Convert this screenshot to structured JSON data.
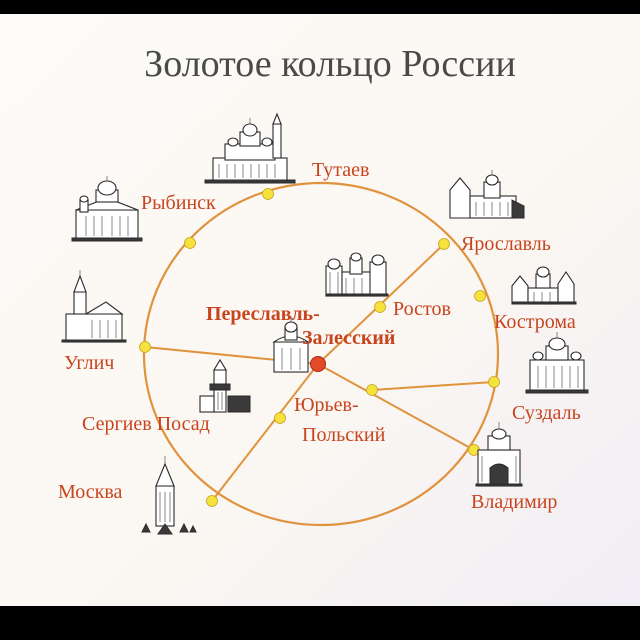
{
  "title": "Золотое кольцо России",
  "colors": {
    "background": "#fbf8f4",
    "route": "#e0933c",
    "node": "#f5e23a",
    "center_node": "#e34a2a",
    "label": "#c8441e",
    "title": "#4a4a4a"
  },
  "map": {
    "center": {
      "name_line1": "Переславль-",
      "name_line2": "Залесский",
      "icon": "church-icon"
    },
    "cities": [
      {
        "id": "tutaev",
        "name": "Тутаев",
        "icon": "cathedral-icon"
      },
      {
        "id": "rybinsk",
        "name": "Рыбинск",
        "icon": "cathedral-icon"
      },
      {
        "id": "yaroslavl",
        "name": "Ярославль",
        "icon": "kremlin-icon"
      },
      {
        "id": "rostov",
        "name": "Ростов",
        "icon": "kremlin-icon"
      },
      {
        "id": "kostroma",
        "name": "Кострома",
        "icon": "monastery-icon"
      },
      {
        "id": "uglich",
        "name": "Углич",
        "icon": "church-icon"
      },
      {
        "id": "suzdal",
        "name": "Суздаль",
        "icon": "cathedral-icon"
      },
      {
        "id": "sergiev",
        "name": "Сергиев Посад",
        "icon": "bell-tower-icon"
      },
      {
        "id": "yuriev_line1",
        "name": "Юрьев-",
        "icon": ""
      },
      {
        "id": "yuriev_line2",
        "name": "Польский",
        "icon": ""
      },
      {
        "id": "vladimir",
        "name": "Владимир",
        "icon": "golden-gate-icon"
      },
      {
        "id": "moskva",
        "name": "Москва",
        "icon": "kremlin-tower-icon"
      }
    ]
  }
}
